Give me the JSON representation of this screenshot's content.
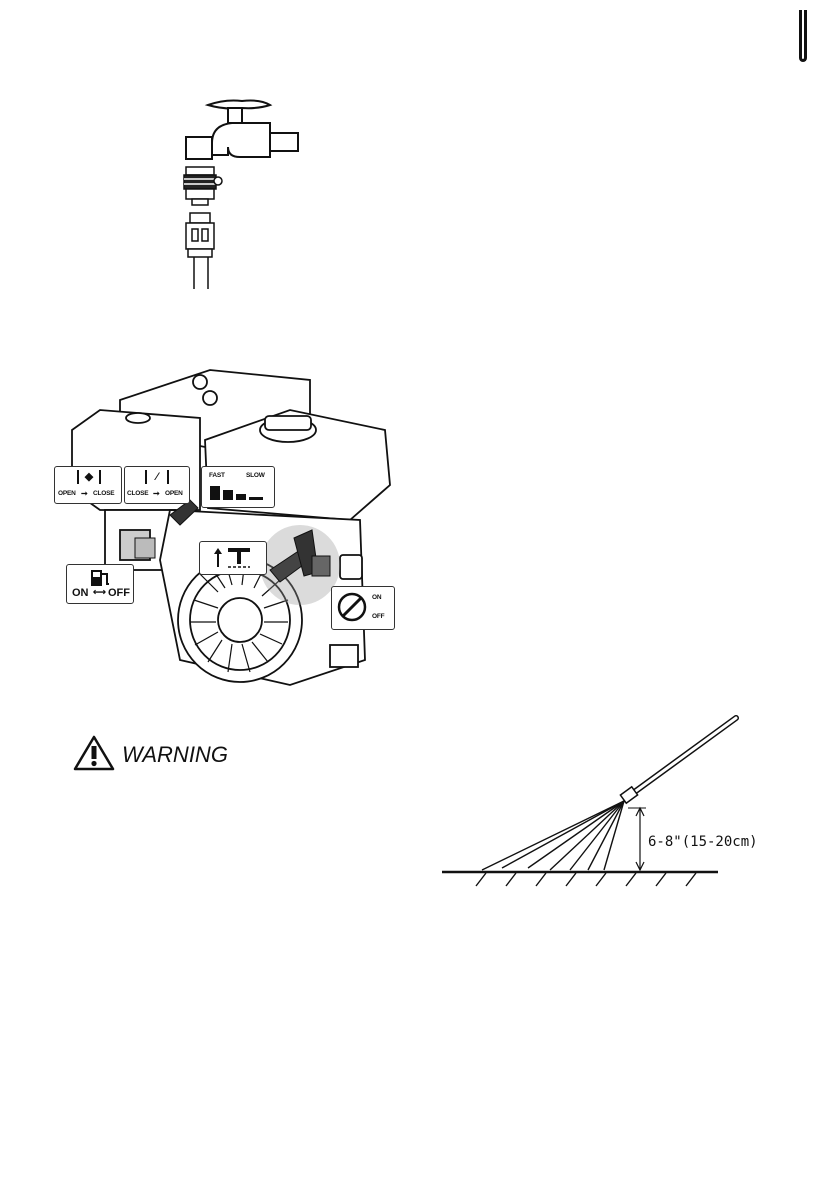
{
  "engine_labels": {
    "choke": {
      "open": "OPEN",
      "close": "CLOSE"
    },
    "choke2": {
      "close": "CLOSE",
      "open": "OPEN"
    },
    "throttle": {
      "fast": "FAST",
      "slow": "SLOW"
    },
    "fuel": {
      "on": "ON",
      "off": "OFF"
    },
    "switch": {
      "on": "ON",
      "off": "OFF"
    }
  },
  "warning": {
    "label": "WARNING"
  },
  "spray": {
    "distance": "6-8\"(15-20cm)"
  }
}
